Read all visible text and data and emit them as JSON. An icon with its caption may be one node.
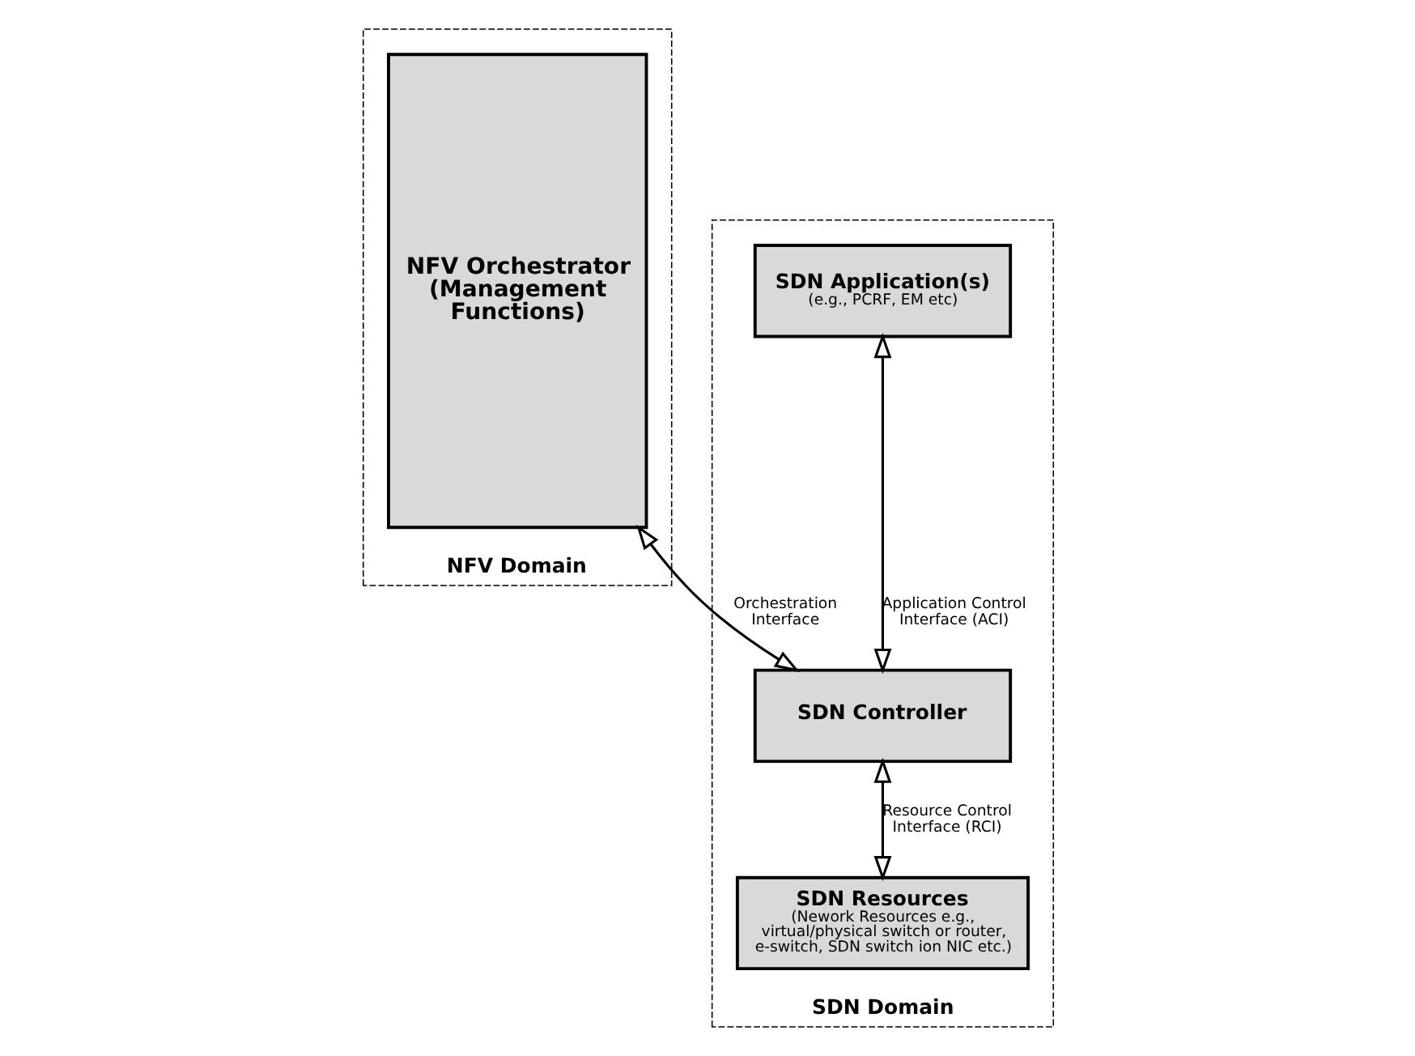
{
  "diagram": {
    "nodes": [
      {
        "text": [
          "NFV Domain"
        ]
      },
      {
        "text": [
          "NFV Orchestrator (Management Functions)"
        ],
        "in": 0
      },
      {
        "text": [
          "SDN Domain"
        ]
      },
      {
        "text": [
          "SDN Application(s)",
          "(e.g., PCRF, EM etc)"
        ],
        "in": 2
      },
      {
        "text": [
          "SDN Controller"
        ],
        "in": 2
      },
      {
        "text": [
          "SDN Resources",
          "(Nework Resources e.g., virtual/physical switch or router, e-switch, SDN switch ion NIC etc.)"
        ],
        "in": 2
      }
    ],
    "edges": [
      {
        "from": 1,
        "to": 4,
        "arrow": "both",
        "label": "Orchestration Interface"
      },
      {
        "from": 3,
        "to": 4,
        "arrow": "both",
        "label": "Application Control Interface (ACI)"
      },
      {
        "from": 4,
        "to": 5,
        "arrow": "both",
        "label": "Resource Control Interface (RCI)"
      }
    ]
  }
}
